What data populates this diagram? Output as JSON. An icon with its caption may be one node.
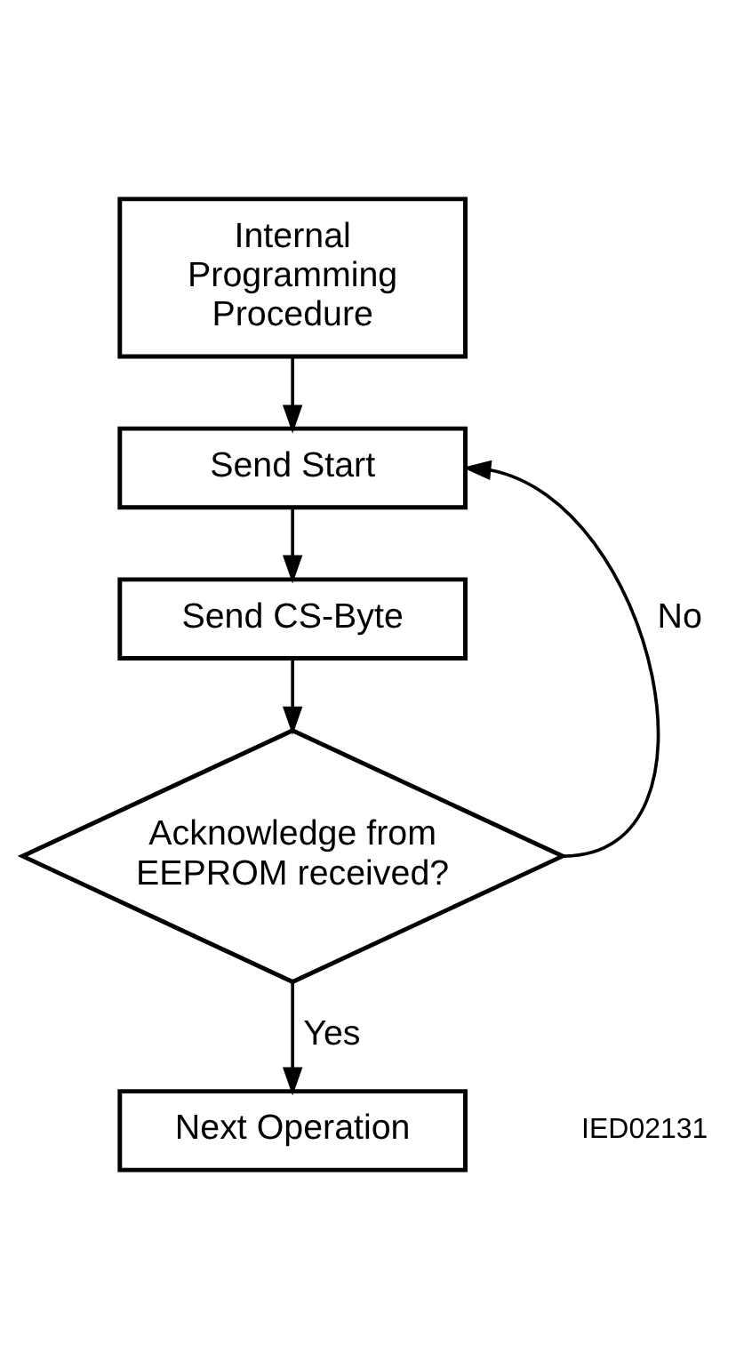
{
  "diagram": {
    "nodes": [
      {
        "text": [
          "Internal Programming Procedure"
        ]
      },
      {
        "text": [
          "Send Start"
        ]
      },
      {
        "text": [
          "Send CS-Byte"
        ]
      },
      {
        "text": [
          "Acknowledge from EEPROM received?"
        ]
      },
      {
        "text": [
          "Next Operation"
        ]
      }
    ],
    "edges": [
      {
        "from": 0,
        "to": 1,
        "arrow": "to"
      },
      {
        "from": 1,
        "to": 2,
        "arrow": "to"
      },
      {
        "from": 2,
        "to": 3,
        "arrow": "to"
      },
      {
        "from": 3,
        "to": 1,
        "arrow": "to",
        "label": "No"
      },
      {
        "from": 3,
        "to": 4,
        "arrow": "to",
        "label": "Yes"
      }
    ],
    "labels": [
      "IED02131"
    ]
  }
}
